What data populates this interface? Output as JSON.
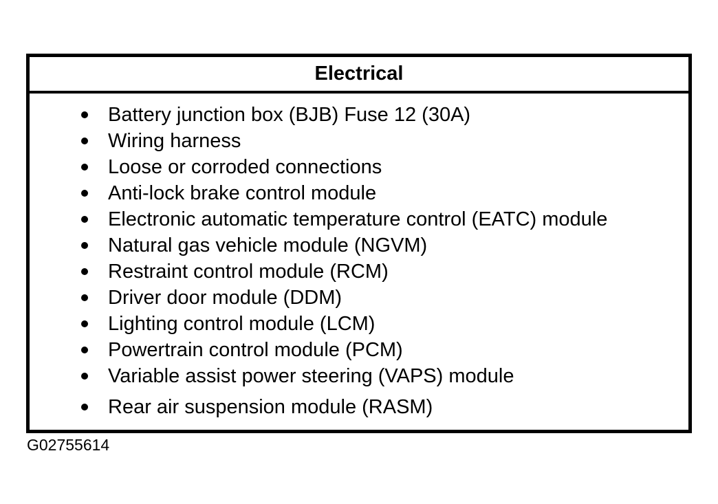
{
  "document": {
    "table": {
      "header_title": "Electrical",
      "items": [
        {
          "bullet": "bullet-dot",
          "text": "Battery junction box (BJB) Fuse 12 (30A)"
        },
        {
          "bullet": "bullet-dot",
          "text": "Wiring harness"
        },
        {
          "bullet": "bullet-dot",
          "text": "Loose or corroded connections"
        },
        {
          "bullet": "bullet-dot",
          "text": "Anti-lock brake control module"
        },
        {
          "bullet": "bullet-dot",
          "text": "Electronic automatic temperature control (EATC) module"
        },
        {
          "bullet": "bullet-dot",
          "text": "Natural gas vehicle module (NGVM)"
        },
        {
          "bullet": "bullet-dot",
          "text": "Restraint control module (RCM)"
        },
        {
          "bullet": "bullet-dot",
          "text": "Driver door module (DDM)"
        },
        {
          "bullet": "bullet-dot",
          "text": "Lighting control module (LCM)"
        },
        {
          "bullet": "bullet-dot",
          "text": "Powertrain control module (PCM)"
        },
        {
          "bullet": "bullet-dot",
          "text": "Variable assist power steering (VAPS) module"
        },
        {
          "bullet": "bullet-dot",
          "text": "Rear air suspension module (RASM)"
        }
      ]
    },
    "caption": "G02755614",
    "colors": {
      "background": "#ffffff",
      "text": "#000000",
      "border": "#000000"
    }
  }
}
